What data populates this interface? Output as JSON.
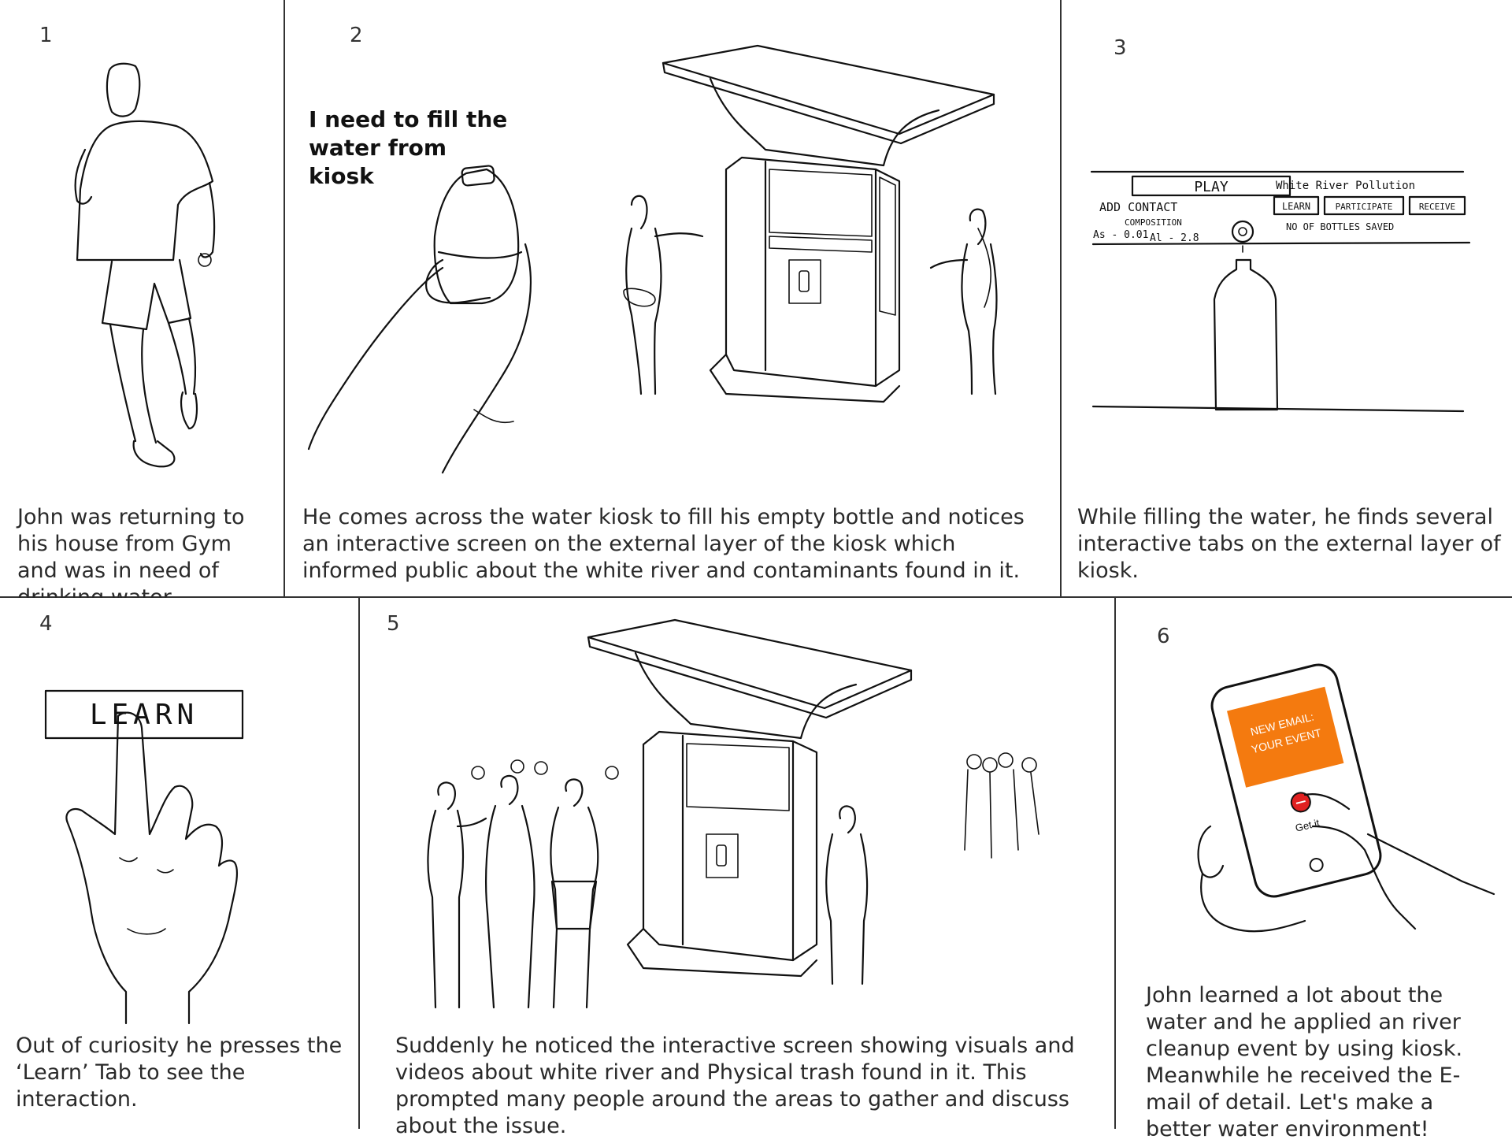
{
  "panels": [
    {
      "number": "1",
      "caption": "John was returning to his house from Gym and was in need of drinking water."
    },
    {
      "number": "2",
      "speech": "I need to fill the water from kiosk",
      "caption": "He comes across the water kiosk to fill his empty bottle and notices an interactive screen on the external layer of the kiosk which informed public about the white river and contaminants found in it."
    },
    {
      "number": "3",
      "caption": "While filling the water, he finds several interactive tabs on the external layer of kiosk."
    },
    {
      "number": "4",
      "caption": "Out of curiosity he presses the ‘Learn’ Tab to see the interaction."
    },
    {
      "number": "5",
      "caption": "Suddenly he noticed the interactive screen showing visuals and videos about white river and Physical trash found in it. This prompted many people around the areas to gather and discuss about the issue."
    },
    {
      "number": "6",
      "caption": "John learned a lot about the water and he applied an river cleanup event by using kiosk. Meanwhile he received the E-mail of detail. Let's make a better water environment!"
    }
  ],
  "kiosk_screen": {
    "play": "PLAY",
    "add_contact": "ADD CONTACT",
    "composition": "COMPOSITION",
    "as_value": "As - 0.01",
    "al_value": "Al - 2.8",
    "title": "White River Pollution",
    "tabs": [
      "LEARN",
      "PARTICIPATE",
      "RECEIVE"
    ],
    "bottles_saved": "NO OF BOTTLES SAVED"
  },
  "learn_button": "LEARN",
  "phone": {
    "email_line1": "NEW EMAIL:",
    "email_line2": "YOUR EVENT",
    "action": "Get it",
    "accent_color": "#f47a0f"
  }
}
